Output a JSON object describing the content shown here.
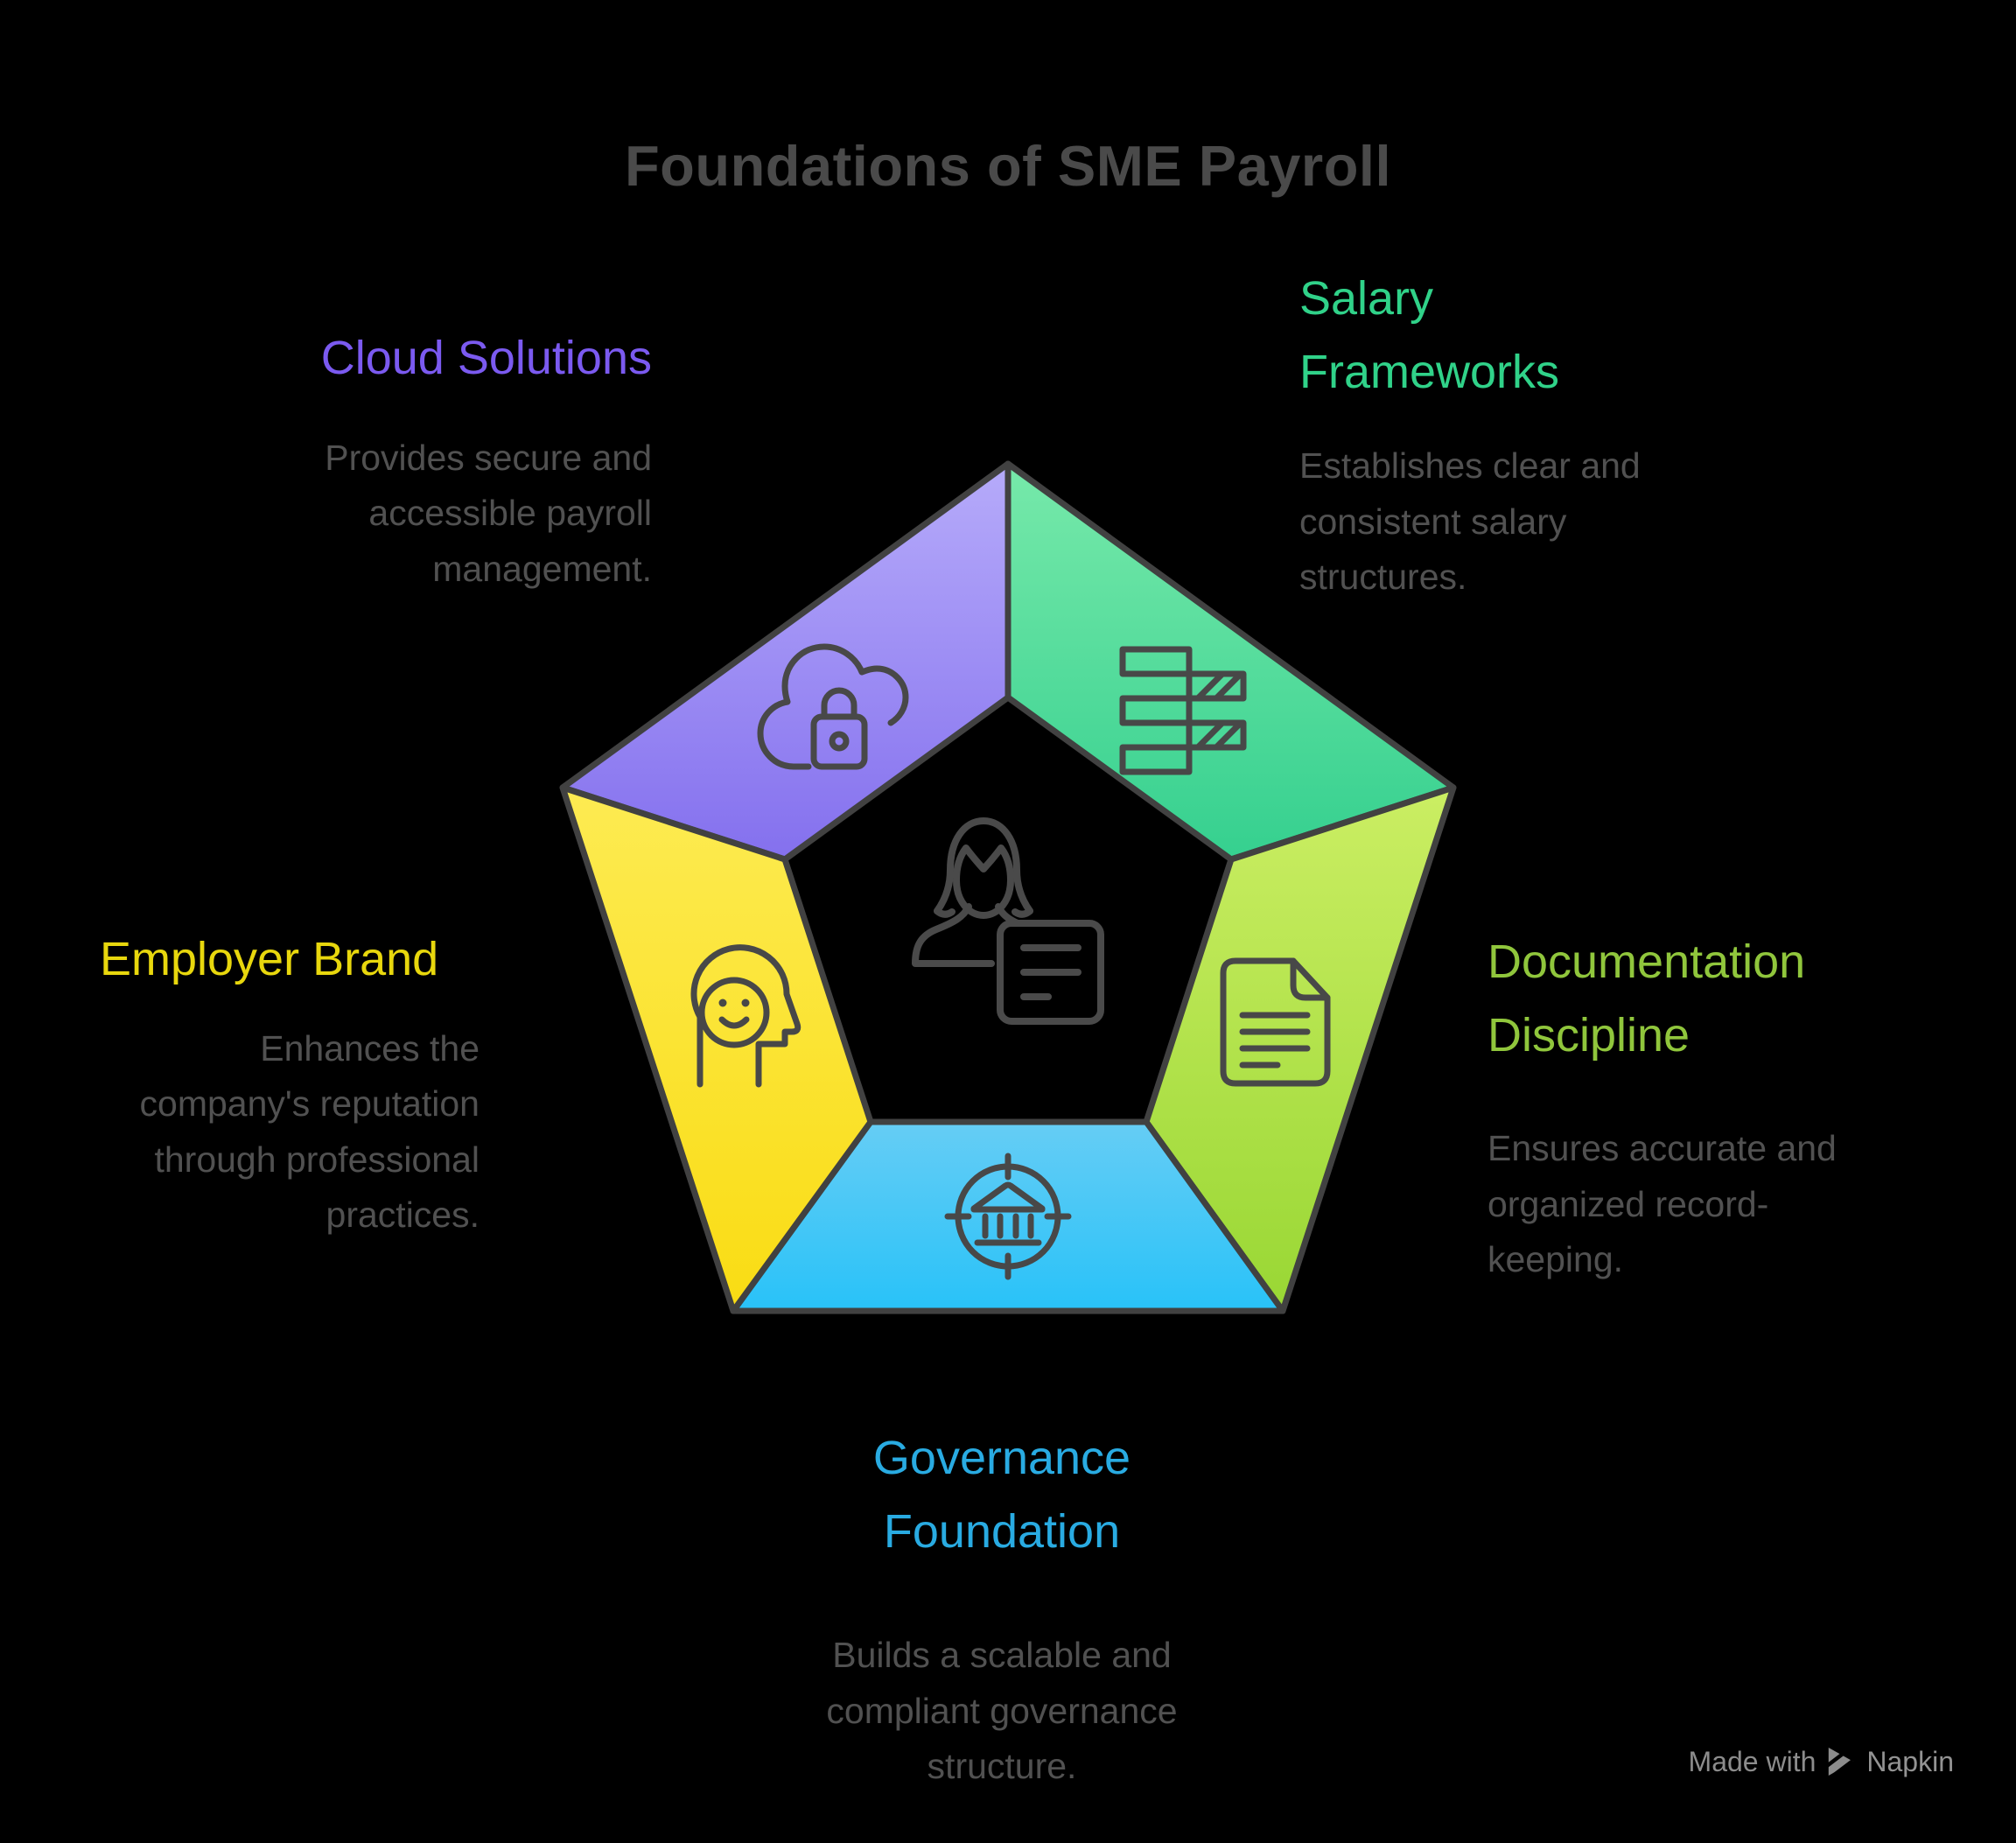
{
  "title": {
    "text": "Foundations of SME Payroll",
    "color": "#4A4A4A"
  },
  "segments": [
    {
      "id": "cloud-solutions",
      "label": "Cloud Solutions",
      "description": "Provides secure and\naccessible payroll\nmanagement.",
      "heading_color": "#7B5AF0",
      "gradient": [
        "#B6ABFA",
        "#8470EE"
      ],
      "icon": "cloud-lock-icon"
    },
    {
      "id": "salary-frameworks",
      "label": "Salary\nFrameworks",
      "description": "Establishes clear and\nconsistent salary\nstructures.",
      "heading_color": "#30D289",
      "gradient": [
        "#77E9AA",
        "#35D08F"
      ],
      "icon": "salary-bands-icon"
    },
    {
      "id": "documentation-discipline",
      "label": "Documentation\nDiscipline",
      "description": "Ensures accurate and\norganized record-\nkeeping.",
      "heading_color": "#90C63C",
      "gradient": [
        "#CBEE63",
        "#99D734"
      ],
      "icon": "document-icon"
    },
    {
      "id": "governance-foundation",
      "label": "Governance\nFoundation",
      "description": "Builds a scalable and\ncompliant governance\nstructure.",
      "heading_color": "#29ABE2",
      "gradient": [
        "#66CDF5",
        "#28C2F8"
      ],
      "icon": "bank-target-icon"
    },
    {
      "id": "employer-brand",
      "label": "Employer Brand",
      "description": "Enhances the\ncompany's reputation\nthrough professional\npractices.",
      "heading_color": "#E8D70D",
      "gradient": [
        "#FDEB52",
        "#F9DC13"
      ],
      "icon": "head-smile-icon"
    }
  ],
  "center": {
    "icon": "person-with-document-icon"
  },
  "outline_color": "#414141",
  "icon_stroke_color": "#484848",
  "description_color": "#515151",
  "footer": {
    "made_with": "Made with",
    "brand": "Napkin"
  }
}
